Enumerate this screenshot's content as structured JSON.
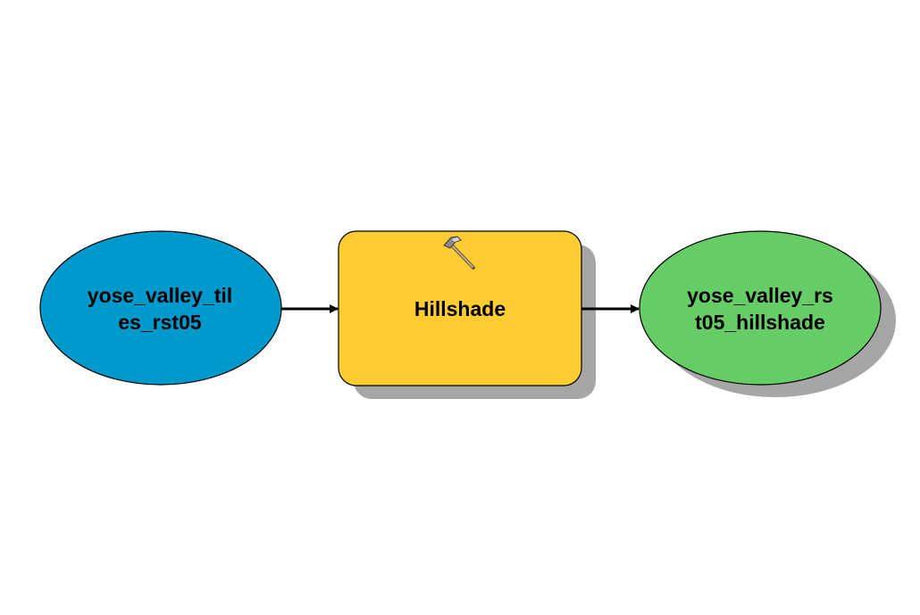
{
  "nodes": {
    "input": {
      "label_line1": "yose_valley_til",
      "label_line2": "es_rst05",
      "color": "#0099CC"
    },
    "tool": {
      "label": "Hillshade",
      "icon": "hammer-icon",
      "color": "#FFCC33"
    },
    "output": {
      "label_line1": "yose_valley_rs",
      "label_line2": "t05_hillshade",
      "color": "#66CC66"
    }
  },
  "connectors": [
    {
      "from": "input",
      "to": "tool"
    },
    {
      "from": "tool",
      "to": "output"
    }
  ],
  "colors": {
    "shadow": "#A6A6A6",
    "stroke": "#000000",
    "background": "#FFFFFF"
  }
}
